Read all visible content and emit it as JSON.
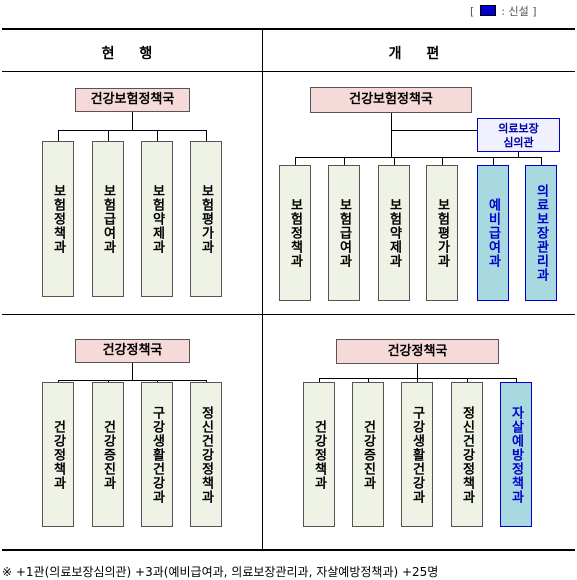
{
  "legend": {
    "prefix": "[",
    "text": ": 신설",
    "suffix": "]",
    "new_color": "#0000cc"
  },
  "headers": {
    "current": "현 행",
    "revised": "개 편"
  },
  "top_left": {
    "title": "건강보험정책국",
    "units": [
      "보험정책과",
      "보험급여과",
      "보험약제과",
      "보험평가과"
    ]
  },
  "top_right": {
    "title": "건강보험정책국",
    "sub": "의료보장\n심의관",
    "units": [
      "보험정책과",
      "보험급여과",
      "보험약제과",
      "보험평가과"
    ],
    "new_units": [
      "예비급여과",
      "의료보장관리과"
    ]
  },
  "bottom_left": {
    "title": "건강정책국",
    "units": [
      "건강정책과",
      "건강증진과",
      "구강생활건강과",
      "정신건강정책과"
    ]
  },
  "bottom_right": {
    "title": "건강정책국",
    "units": [
      "건강정책과",
      "건강증진과",
      "구강생활건강과",
      "정신건강정책과"
    ],
    "new_units": [
      "자살예방정책과"
    ]
  },
  "note": "※  +1관(의료보장심의관) +3과(예비급여과, 의료보장관리과, 자살예방정책과) +25명"
}
